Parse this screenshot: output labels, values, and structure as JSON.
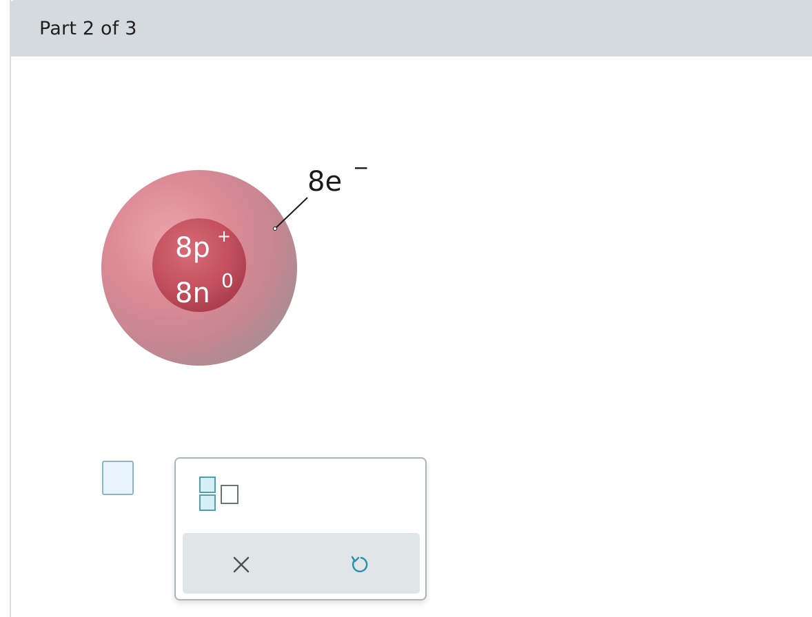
{
  "header": {
    "title": "Part 2 of 3"
  },
  "atom": {
    "nucleus_protons": "8p",
    "proton_charge": "+",
    "nucleus_neutrons": "8n",
    "neutron_charge": "0",
    "electrons": "8e",
    "electron_charge": "−"
  },
  "answer": {
    "value": ""
  },
  "palette": {
    "tools": [
      {
        "name": "fraction-template",
        "icon": "fraction-icon"
      }
    ],
    "actions": [
      {
        "name": "clear",
        "icon": "x-icon"
      },
      {
        "name": "undo",
        "icon": "undo-icon"
      }
    ]
  },
  "colors": {
    "header_bg": "#d4dadd",
    "electron_cloud": "#dc8e98",
    "nucleus": "#c4505e",
    "answer_box_fill": "#e6f3fa",
    "answer_box_border": "#8fb3c2",
    "palette_action_bar": "#e0e5e8",
    "icon_teal": "#4d9fb5"
  }
}
